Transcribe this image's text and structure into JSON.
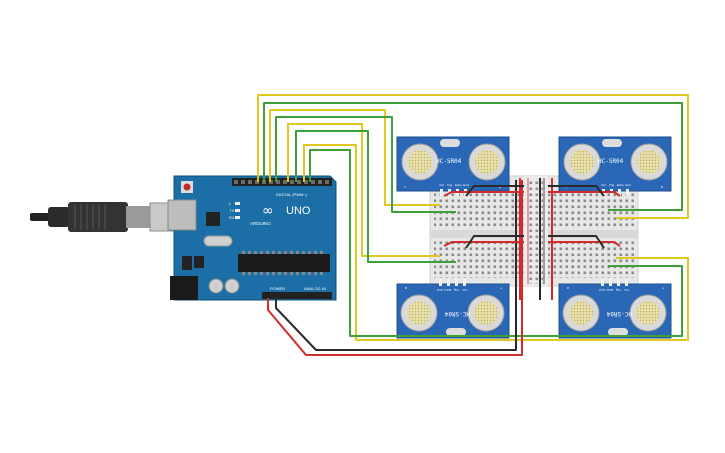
{
  "colors": {
    "background": "#ffffff",
    "board": "#1b6ea6",
    "board_dark": "#14557f",
    "sensor_pcb": "#2a67b7",
    "transducer_ring": "#d9d9d9",
    "transducer_mesh": "#e8e0a8",
    "breadboard": "#e6e6e6",
    "wire_yellow": "#e0c81f",
    "wire_green": "#3f9f3a",
    "wire_red": "#d22b2b",
    "wire_black": "#2a2a2a"
  },
  "arduino": {
    "logo_text": "∞",
    "brand": "ARDUINO",
    "model": "UNO",
    "digital_header": "DIGITAL (PWM~)",
    "power_header": "POWER",
    "analog_header": "ANALOG IN",
    "tx_label": "TX",
    "rx_label": "RX",
    "l_label": "L"
  },
  "sensors": [
    {
      "model": "HC-SR04",
      "pin_labels": [
        "Vcc",
        "Trig",
        "Echo",
        "Gnd"
      ],
      "t": "T",
      "r": "R"
    },
    {
      "model": "HC-SR04",
      "pin_labels": [
        "Vcc",
        "Trig",
        "Echo",
        "Gnd"
      ],
      "t": "T",
      "r": "R"
    },
    {
      "model": "HC-SR04",
      "pin_labels": [
        "Vcc",
        "Trig",
        "Echo",
        "Gnd"
      ],
      "t": "T",
      "r": "R"
    },
    {
      "model": "HC-SR04",
      "pin_labels": [
        "Vcc",
        "Trig",
        "Echo",
        "Gnd"
      ],
      "t": "T",
      "r": "R"
    }
  ]
}
